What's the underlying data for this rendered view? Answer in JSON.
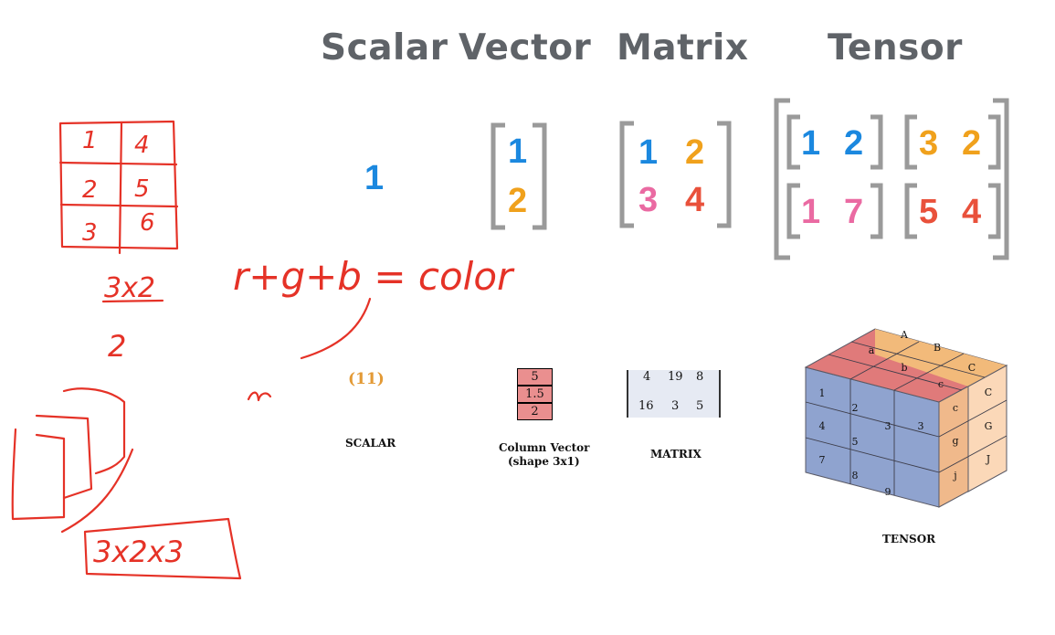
{
  "headings": {
    "scalar": "Scalar",
    "vector": "Vector",
    "matrix": "Matrix",
    "tensor": "Tensor"
  },
  "colors": {
    "blue": "#1b88df",
    "orange": "#f0a11c",
    "pink": "#ea6aa2",
    "red": "#e9513b",
    "bracket": "#9a9a9a",
    "ink": "#e53227"
  },
  "scalar_value": "1",
  "vector_values": [
    "1",
    "2"
  ],
  "matrix_values": [
    "1",
    "2",
    "3",
    "4"
  ],
  "tensor_values": [
    "1",
    "2",
    "3",
    "2",
    "1",
    "7",
    "5",
    "4"
  ],
  "handwriting": {
    "formula": "r+g+b = color",
    "dim_label": "3x2",
    "count": "2",
    "tensor_label": "3x2x3",
    "grid": [
      "1",
      "4",
      "2",
      "5",
      "3",
      "6"
    ]
  },
  "lower": {
    "scalar_value": "(11)",
    "scalar_caption": "SCALAR",
    "column_vector": [
      "5",
      "1.5",
      "2"
    ],
    "column_caption_1": "Column Vector",
    "column_caption_2": "(shape 3x1)",
    "matrix_rows": [
      [
        "4",
        "19",
        "8"
      ],
      [
        "16",
        "3",
        "5"
      ]
    ],
    "matrix_caption": "MATRIX",
    "tensor_caption": "TENSOR",
    "cube_front": [
      "1",
      "2",
      "3",
      "4",
      "5",
      "3",
      "7",
      "8",
      "9"
    ],
    "cube_top": [
      "a",
      "b",
      "c",
      "A",
      "B",
      "C"
    ],
    "cube_side": [
      "c",
      "C",
      "g",
      "G",
      "j",
      "J"
    ]
  }
}
